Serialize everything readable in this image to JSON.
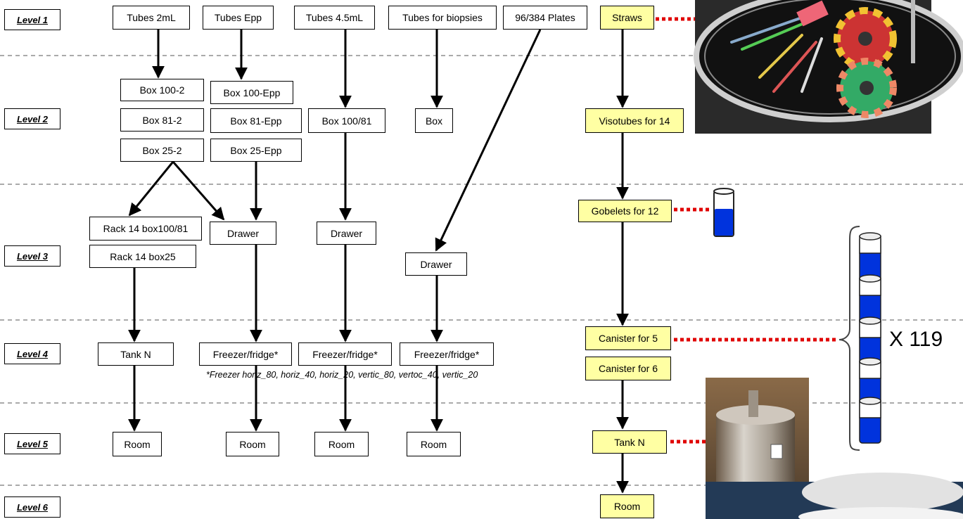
{
  "levels": [
    "Level 1",
    "Level 2",
    "Level 3",
    "Level 4",
    "Level 5",
    "Level 6"
  ],
  "nodes": {
    "tubes_2ml": "Tubes 2mL",
    "tubes_epp": "Tubes Epp",
    "tubes_45ml": "Tubes 4.5mL",
    "tubes_biopsies": "Tubes for biopsies",
    "plates": "96/384 Plates",
    "straws": "Straws",
    "box_100_2": "Box 100-2",
    "box_81_2": "Box 81-2",
    "box_25_2": "Box 25-2",
    "box_100_epp": "Box 100-Epp",
    "box_81_epp": "Box 81-Epp",
    "box_25_epp": "Box 25-Epp",
    "box_100_81": "Box 100/81",
    "box": "Box",
    "visotubes": "Visotubes for 14",
    "rack_14_box100_81": "Rack 14 box100/81",
    "rack_14_box25": "Rack 14 box25",
    "drawer_epp": "Drawer",
    "drawer_45": "Drawer",
    "drawer_biopsies": "Drawer",
    "gobelets": "Gobelets for 12",
    "tank_n": "Tank N",
    "freezer_1": "Freezer/fridge*",
    "freezer_2": "Freezer/fridge*",
    "freezer_3": "Freezer/fridge*",
    "canister_5": "Canister for 5",
    "canister_6": "Canister for 6",
    "room_1": "Room",
    "room_2": "Room",
    "room_3": "Room",
    "room_4": "Room",
    "tank_n_right": "Tank N",
    "room_right": "Room"
  },
  "footnote": "*Freezer horiz_80, horiz_40, horiz_20, vertic_80, vertoc_40, vertic_20",
  "multiplier": "X 119",
  "colors": {
    "highlight_fill": "#ffffa3",
    "connector_dots": "#e00000",
    "liquid": "#0033dd"
  }
}
